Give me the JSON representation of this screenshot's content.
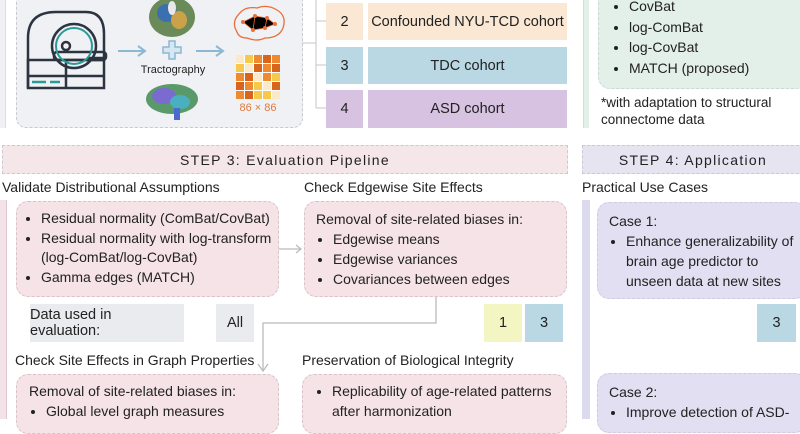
{
  "step1": {
    "tractography_label": "Tractography",
    "matrix_label": "86 × 86"
  },
  "cohorts": [
    {
      "num": "2",
      "label": "Confounded NYU-TCD cohort",
      "color": "#fae8d4"
    },
    {
      "num": "3",
      "label": "TDC cohort",
      "color": "#b9d8e3"
    },
    {
      "num": "4",
      "label": "ASD cohort",
      "color": "#d7c2e1"
    }
  ],
  "methods": {
    "items": [
      "CovBat",
      "log-ComBat",
      "log-CovBat",
      "MATCH (proposed)"
    ],
    "note": "*with adaptation to structural connectome data"
  },
  "step3": {
    "title": "STEP 3: Evaluation Pipeline",
    "validate": {
      "heading": "Validate Distributional Assumptions",
      "items": [
        "Residual normality (ComBat/CovBat)",
        "Residual normality with log-transform (log-ComBat/log-CovBat)",
        "Gamma edges (MATCH)"
      ]
    },
    "edgewise": {
      "heading": "Check Edgewise Site Effects",
      "intro": "Removal of site-related biases in:",
      "items": [
        "Edgewise means",
        "Edgewise variances",
        "Covariances between edges"
      ],
      "badges": [
        "1",
        "3"
      ]
    },
    "data_used": {
      "label": "Data used in evaluation:",
      "value": "All"
    },
    "graph": {
      "heading": "Check Site Effects in Graph Properties",
      "intro": "Removal of site-related biases in:",
      "items": [
        "Global level graph measures"
      ]
    },
    "bio": {
      "heading": "Preservation of Biological Integrity",
      "items": [
        "Replicability of age-related patterns after harmonization"
      ]
    }
  },
  "step4": {
    "title": "STEP 4: Application",
    "heading": "Practical Use Cases",
    "case1": {
      "title": "Case 1:",
      "items": [
        "Enhance generalizability of brain age predictor to unseen data at new sites"
      ],
      "badge": "3"
    },
    "case2": {
      "title": "Case 2:",
      "items": [
        "Improve detection of ASD-"
      ]
    }
  },
  "colors": {
    "pink": "#f5e3e8",
    "lavender": "#e1dff1",
    "green": "#e3efe9",
    "yellow": "#f3f5c3",
    "blue": "#b9d8e3",
    "gray": "#e9ebef"
  }
}
